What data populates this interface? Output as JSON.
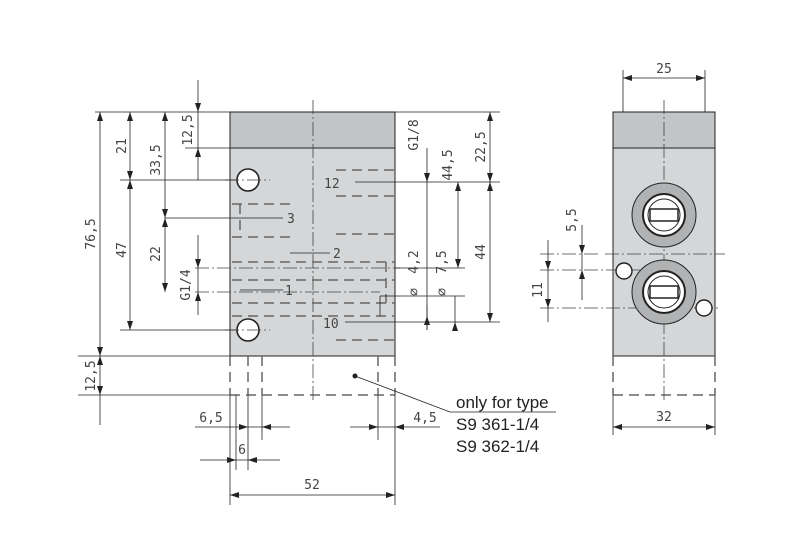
{
  "front_view": {
    "dims": {
      "d12_5_top": "12,5",
      "d21": "21",
      "d33_5": "33,5",
      "d76_5": "76,5",
      "d47": "47",
      "d22": "22",
      "dG1_4": "G1/4",
      "d12_5_bottom": "12,5",
      "dG1_8": "G1/8",
      "d22_5": "22,5",
      "d44_5": "44,5",
      "d44": "44",
      "d4_2": "4,2",
      "d7_5": "7,5",
      "d6_5": "6,5",
      "d6": "6",
      "d4_5": "4,5",
      "d52": "52"
    },
    "ports": {
      "p12": "12",
      "p3": "3",
      "p2": "2",
      "p1": "1",
      "p10": "10"
    },
    "diameter_symbol": "⌀",
    "note_lines": [
      "only for type",
      "S9 361-1/4",
      "S9 362-1/4"
    ]
  },
  "side_view": {
    "dims": {
      "d25": "25",
      "d5_5": "5,5",
      "d11": "11",
      "d32": "32"
    }
  }
}
